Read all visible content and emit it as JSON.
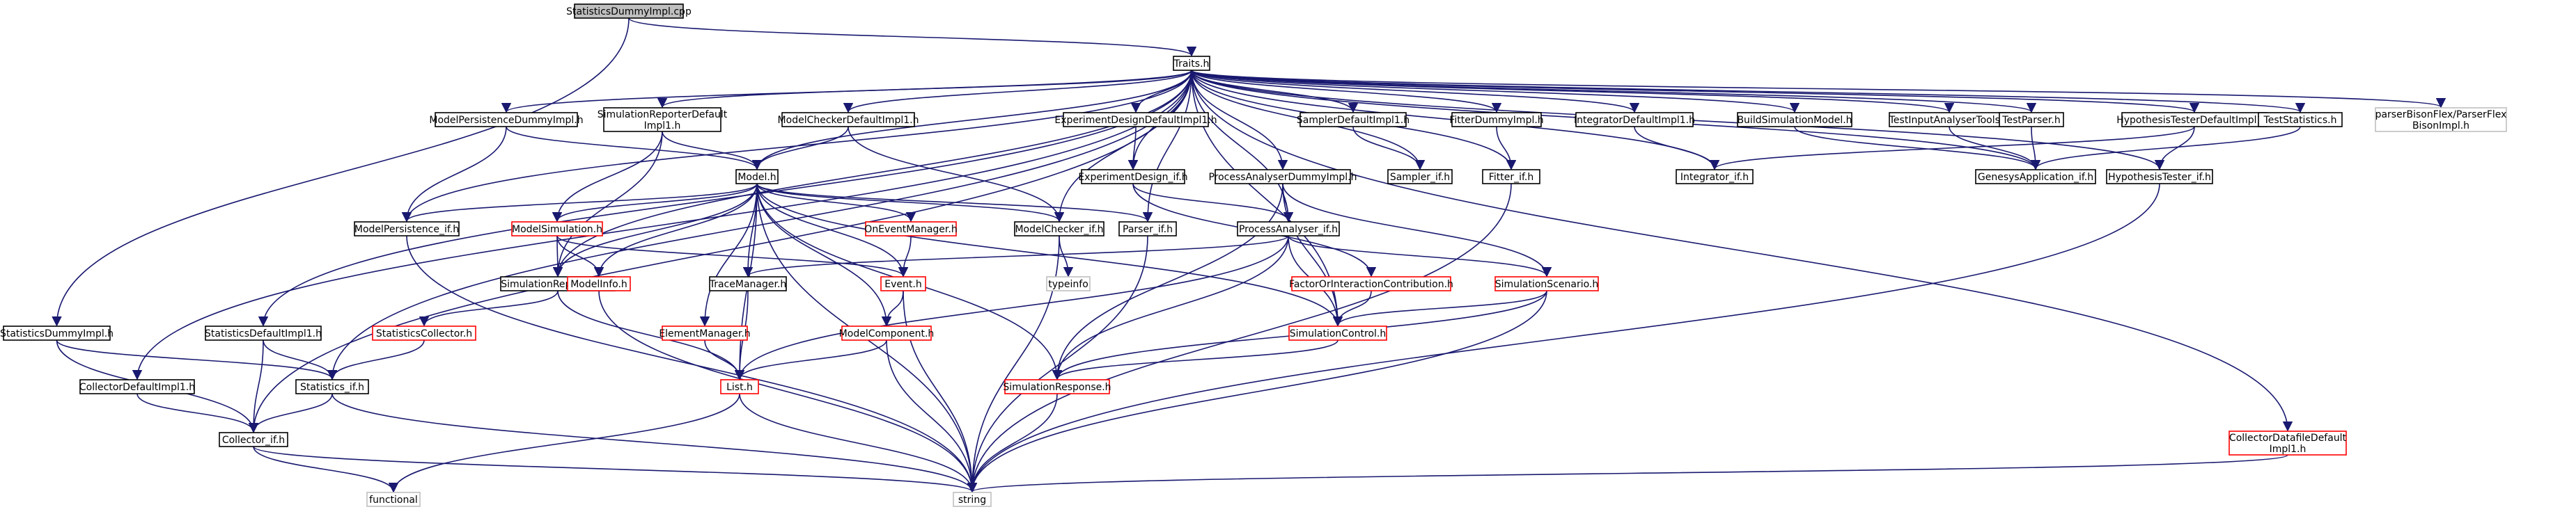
{
  "colors": {
    "edge": "#191970",
    "node_border_default": "#000000",
    "node_border_incomplete": "#ff0000",
    "node_border_external": "#bfbfbf",
    "root_fill": "#bfbfbf",
    "node_fill": "#ffffff"
  },
  "nodes": [
    {
      "id": "root",
      "label": "StatisticsDummyImpl.cpp",
      "kind": "root"
    },
    {
      "id": "traits",
      "label": "Traits.h",
      "kind": "normal"
    },
    {
      "id": "statsDummyImpl",
      "label": "StatisticsDummyImpl.h",
      "kind": "normal"
    },
    {
      "id": "collectorDefault",
      "label": "CollectorDefaultImpl1.h",
      "kind": "normal"
    },
    {
      "id": "statsDefault",
      "label": "StatisticsDefaultImpl1.h",
      "kind": "normal"
    },
    {
      "id": "modelPersDummy",
      "label": "ModelPersistenceDummyImpl.h",
      "kind": "normal"
    },
    {
      "id": "simRepDefault",
      "label": "SimulationReporterDefault Impl1.h",
      "kind": "normal"
    },
    {
      "id": "modelCheckerDefault",
      "label": "ModelCheckerDefaultImpl1.h",
      "kind": "normal"
    },
    {
      "id": "expDesignDefault",
      "label": "ExperimentDesignDefaultImpl1.h",
      "kind": "normal"
    },
    {
      "id": "samplerDefault",
      "label": "SamplerDefaultImpl1.h",
      "kind": "normal"
    },
    {
      "id": "fitterDummy",
      "label": "FitterDummyImpl.h",
      "kind": "normal"
    },
    {
      "id": "integratorDefault",
      "label": "IntegratorDefaultImpl1.h",
      "kind": "normal"
    },
    {
      "id": "buildSimModel",
      "label": "BuildSimulationModel.h",
      "kind": "normal"
    },
    {
      "id": "testInputAnalyser",
      "label": "TestInputAnalyserTools.h",
      "kind": "normal"
    },
    {
      "id": "testParser",
      "label": "TestParser.h",
      "kind": "normal"
    },
    {
      "id": "hypTesterDefault",
      "label": "HypothesisTesterDefaultImpl1.h",
      "kind": "normal"
    },
    {
      "id": "testStatistics",
      "label": "TestStatistics.h",
      "kind": "normal"
    },
    {
      "id": "parserBison",
      "label": "parserBisonFlex/ParserFlex BisonImpl.h",
      "kind": "external"
    },
    {
      "id": "model",
      "label": "Model.h",
      "kind": "normal"
    },
    {
      "id": "expDesignIf",
      "label": "ExperimentDesign_if.h",
      "kind": "normal"
    },
    {
      "id": "procAnalyserDummy",
      "label": "ProcessAnalyserDummyImpl.h",
      "kind": "normal"
    },
    {
      "id": "samplerIf",
      "label": "Sampler_if.h",
      "kind": "normal"
    },
    {
      "id": "fitterIf",
      "label": "Fitter_if.h",
      "kind": "normal"
    },
    {
      "id": "integratorIf",
      "label": "Integrator_if.h",
      "kind": "normal"
    },
    {
      "id": "genesysApp",
      "label": "GenesysApplication_if.h",
      "kind": "normal"
    },
    {
      "id": "hypTesterIf",
      "label": "HypothesisTester_if.h",
      "kind": "normal"
    },
    {
      "id": "modelPersIf",
      "label": "ModelPersistence_if.h",
      "kind": "normal"
    },
    {
      "id": "modelSim",
      "label": "ModelSimulation.h",
      "kind": "incomplete"
    },
    {
      "id": "onEventMgr",
      "label": "OnEventManager.h",
      "kind": "incomplete"
    },
    {
      "id": "modelCheckerIf",
      "label": "ModelChecker_if.h",
      "kind": "normal"
    },
    {
      "id": "parserIf",
      "label": "Parser_if.h",
      "kind": "normal"
    },
    {
      "id": "procAnalyserIf",
      "label": "ProcessAnalyser_if.h",
      "kind": "normal"
    },
    {
      "id": "typeinfo",
      "label": "typeinfo",
      "kind": "external"
    },
    {
      "id": "simReporterIf",
      "label": "SimulationReporter_if.h",
      "kind": "normal"
    },
    {
      "id": "modelInfo",
      "label": "ModelInfo.h",
      "kind": "incomplete"
    },
    {
      "id": "traceMgr",
      "label": "TraceManager.h",
      "kind": "normal"
    },
    {
      "id": "event",
      "label": "Event.h",
      "kind": "incomplete"
    },
    {
      "id": "factorInter",
      "label": "FactorOrInteractionContribution.h",
      "kind": "incomplete"
    },
    {
      "id": "simScenario",
      "label": "SimulationScenario.h",
      "kind": "incomplete"
    },
    {
      "id": "statsCollector",
      "label": "StatisticsCollector.h",
      "kind": "incomplete"
    },
    {
      "id": "elementMgr",
      "label": "ElementManager.h",
      "kind": "incomplete"
    },
    {
      "id": "modelComponent",
      "label": "ModelComponent.h",
      "kind": "incomplete"
    },
    {
      "id": "simControl",
      "label": "SimulationControl.h",
      "kind": "incomplete"
    },
    {
      "id": "statsIf",
      "label": "Statistics_if.h",
      "kind": "normal"
    },
    {
      "id": "list",
      "label": "List.h",
      "kind": "incomplete"
    },
    {
      "id": "simResponse",
      "label": "SimulationResponse.h",
      "kind": "incomplete"
    },
    {
      "id": "collectorIf",
      "label": "Collector_if.h",
      "kind": "normal"
    },
    {
      "id": "collectorDatafile",
      "label": "CollectorDatafileDefault Impl1.h",
      "kind": "incomplete"
    },
    {
      "id": "functional",
      "label": "functional",
      "kind": "external"
    },
    {
      "id": "string",
      "label": "string",
      "kind": "external"
    }
  ],
  "edges": [
    [
      "root",
      "statsDummyImpl"
    ],
    [
      "root",
      "traits"
    ],
    [
      "traits",
      "collectorDefault"
    ],
    [
      "traits",
      "statsDefault"
    ],
    [
      "traits",
      "modelPersDummy"
    ],
    [
      "traits",
      "simRepDefault"
    ],
    [
      "traits",
      "modelCheckerDefault"
    ],
    [
      "traits",
      "expDesignDefault"
    ],
    [
      "traits",
      "samplerDefault"
    ],
    [
      "traits",
      "fitterDummy"
    ],
    [
      "traits",
      "integratorDefault"
    ],
    [
      "traits",
      "buildSimModel"
    ],
    [
      "traits",
      "testInputAnalyser"
    ],
    [
      "traits",
      "testParser"
    ],
    [
      "traits",
      "hypTesterDefault"
    ],
    [
      "traits",
      "testStatistics"
    ],
    [
      "traits",
      "parserBison"
    ],
    [
      "traits",
      "model"
    ],
    [
      "traits",
      "expDesignIf"
    ],
    [
      "traits",
      "procAnalyserDummy"
    ],
    [
      "traits",
      "samplerIf"
    ],
    [
      "traits",
      "fitterIf"
    ],
    [
      "traits",
      "integratorIf"
    ],
    [
      "traits",
      "genesysApp"
    ],
    [
      "traits",
      "hypTesterIf"
    ],
    [
      "traits",
      "modelPersIf"
    ],
    [
      "traits",
      "modelCheckerIf"
    ],
    [
      "traits",
      "parserIf"
    ],
    [
      "traits",
      "procAnalyserIf"
    ],
    [
      "traits",
      "simReporterIf"
    ],
    [
      "traits",
      "statsIf"
    ],
    [
      "traits",
      "collectorIf"
    ],
    [
      "traits",
      "collectorDatafile"
    ],
    [
      "traits",
      "simControl"
    ],
    [
      "statsDummyImpl",
      "statsIf"
    ],
    [
      "statsDummyImpl",
      "collectorIf"
    ],
    [
      "collectorDefault",
      "collectorIf"
    ],
    [
      "statsDefault",
      "statsIf"
    ],
    [
      "statsDefault",
      "collectorIf"
    ],
    [
      "modelPersDummy",
      "model"
    ],
    [
      "modelPersDummy",
      "modelPersIf"
    ],
    [
      "simRepDefault",
      "model"
    ],
    [
      "simRepDefault",
      "simReporterIf"
    ],
    [
      "simRepDefault",
      "modelSim"
    ],
    [
      "modelCheckerDefault",
      "model"
    ],
    [
      "modelCheckerDefault",
      "modelCheckerIf"
    ],
    [
      "expDesignDefault",
      "expDesignIf"
    ],
    [
      "samplerDefault",
      "samplerIf"
    ],
    [
      "fitterDummy",
      "fitterIf"
    ],
    [
      "integratorDefault",
      "integratorIf"
    ],
    [
      "buildSimModel",
      "genesysApp"
    ],
    [
      "testInputAnalyser",
      "genesysApp"
    ],
    [
      "testParser",
      "genesysApp"
    ],
    [
      "hypTesterDefault",
      "hypTesterIf"
    ],
    [
      "hypTesterDefault",
      "integratorIf"
    ],
    [
      "testStatistics",
      "genesysApp"
    ],
    [
      "model",
      "modelPersIf"
    ],
    [
      "model",
      "modelSim"
    ],
    [
      "model",
      "onEventMgr"
    ],
    [
      "model",
      "modelCheckerIf"
    ],
    [
      "model",
      "parserIf"
    ],
    [
      "model",
      "simReporterIf"
    ],
    [
      "model",
      "modelInfo"
    ],
    [
      "model",
      "traceMgr"
    ],
    [
      "model",
      "event"
    ],
    [
      "model",
      "elementMgr"
    ],
    [
      "model",
      "modelComponent"
    ],
    [
      "model",
      "list"
    ],
    [
      "model",
      "simResponse"
    ],
    [
      "model",
      "simControl"
    ],
    [
      "model",
      "string"
    ],
    [
      "expDesignIf",
      "procAnalyserIf"
    ],
    [
      "expDesignIf",
      "factorInter"
    ],
    [
      "procAnalyserDummy",
      "procAnalyserIf"
    ],
    [
      "procAnalyserDummy",
      "simScenario"
    ],
    [
      "procAnalyserDummy",
      "simControl"
    ],
    [
      "procAnalyserDummy",
      "simResponse"
    ],
    [
      "modelPersIf",
      "string"
    ],
    [
      "modelSim",
      "simReporterIf"
    ],
    [
      "modelSim",
      "modelInfo"
    ],
    [
      "modelSim",
      "event"
    ],
    [
      "onEventMgr",
      "event"
    ],
    [
      "modelCheckerIf",
      "typeinfo"
    ],
    [
      "modelCheckerIf",
      "string"
    ],
    [
      "parserIf",
      "string"
    ],
    [
      "procAnalyserIf",
      "simScenario"
    ],
    [
      "procAnalyserIf",
      "simControl"
    ],
    [
      "procAnalyserIf",
      "simResponse"
    ],
    [
      "procAnalyserIf",
      "traceMgr"
    ],
    [
      "procAnalyserIf",
      "list"
    ],
    [
      "simReporterIf",
      "statsCollector"
    ],
    [
      "simReporterIf",
      "list"
    ],
    [
      "modelInfo",
      "string"
    ],
    [
      "traceMgr",
      "list"
    ],
    [
      "event",
      "modelComponent"
    ],
    [
      "event",
      "string"
    ],
    [
      "factorInter",
      "simControl"
    ],
    [
      "simScenario",
      "simControl"
    ],
    [
      "simScenario",
      "simResponse"
    ],
    [
      "simScenario",
      "string"
    ],
    [
      "statsCollector",
      "statsIf"
    ],
    [
      "elementMgr",
      "list"
    ],
    [
      "modelComponent",
      "list"
    ],
    [
      "modelComponent",
      "string"
    ],
    [
      "simControl",
      "simResponse"
    ],
    [
      "statsIf",
      "collectorIf"
    ],
    [
      "statsIf",
      "string"
    ],
    [
      "list",
      "functional"
    ],
    [
      "list",
      "string"
    ],
    [
      "simResponse",
      "string"
    ],
    [
      "collectorIf",
      "functional"
    ],
    [
      "collectorIf",
      "string"
    ],
    [
      "collectorDatafile",
      "string"
    ],
    [
      "hypTesterIf",
      "string"
    ],
    [
      "fitterIf",
      "string"
    ]
  ]
}
